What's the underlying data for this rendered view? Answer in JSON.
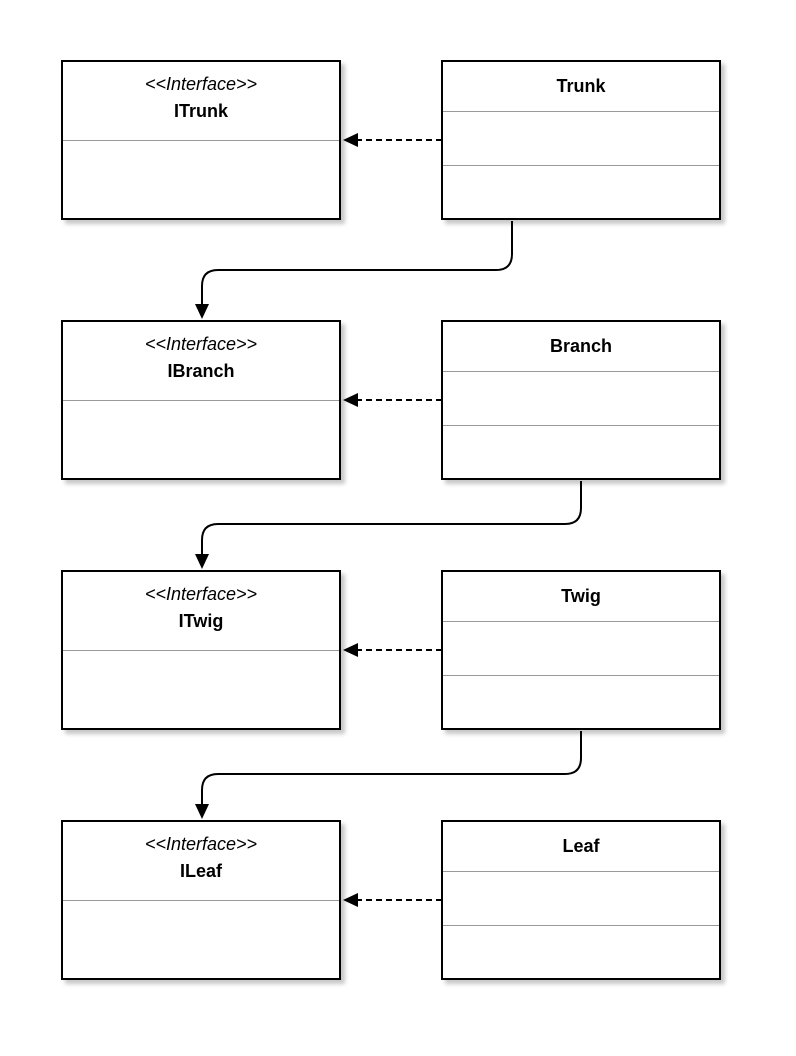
{
  "diagram": {
    "interfaces": [
      {
        "stereotype": "<<Interface>>",
        "name": "ITrunk"
      },
      {
        "stereotype": "<<Interface>>",
        "name": "IBranch"
      },
      {
        "stereotype": "<<Interface>>",
        "name": "ITwig"
      },
      {
        "stereotype": "<<Interface>>",
        "name": "ILeaf"
      }
    ],
    "classes": [
      {
        "name": "Trunk"
      },
      {
        "name": "Branch"
      },
      {
        "name": "Twig"
      },
      {
        "name": "Leaf"
      }
    ],
    "relations": {
      "realization": [
        {
          "from": "Trunk",
          "to": "ITrunk"
        },
        {
          "from": "Branch",
          "to": "IBranch"
        },
        {
          "from": "Twig",
          "to": "ITwig"
        },
        {
          "from": "Leaf",
          "to": "ILeaf"
        }
      ],
      "association": [
        {
          "from": "Trunk",
          "to": "IBranch"
        },
        {
          "from": "Branch",
          "to": "ITwig"
        },
        {
          "from": "Twig",
          "to": "ILeaf"
        }
      ]
    },
    "colors": {
      "stroke": "#000000",
      "divider": "#999999",
      "fill": "#ffffff"
    }
  }
}
